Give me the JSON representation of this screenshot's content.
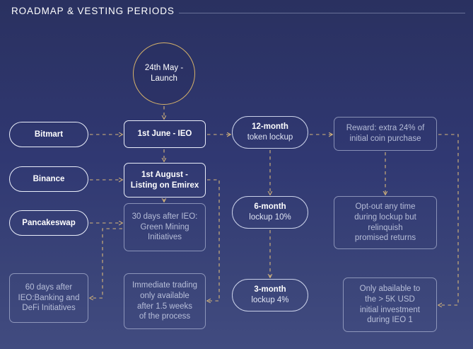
{
  "header": {
    "title": "ROADMAP & VESTING PERIODS",
    "rule": "horizontal-divider"
  },
  "colors": {
    "background_top": "#2a3160",
    "background_bottom": "#414b80",
    "node_border": "#c9d0e8",
    "node_border_muted": "#bec6e0",
    "launch_ring": "#d6b26a",
    "connector": "#d8b77a",
    "text": "#eef1fa",
    "text_muted": "#d6dcf0"
  },
  "nodes": {
    "launch": {
      "line1": "24th May -",
      "line2": "Launch",
      "shape": "circle"
    },
    "bitmart": {
      "label": "Bitmart",
      "shape": "pill"
    },
    "binance": {
      "label": "Binance",
      "shape": "pill"
    },
    "pancakeswap": {
      "label": "Pancakeswap",
      "shape": "pill"
    },
    "sixty_days": {
      "line1": "60 days after",
      "line2": "IEO:Banking and",
      "line3": "DeFi Initiatives",
      "shape": "rect"
    },
    "ieo": {
      "label": "1st June - IEO",
      "shape": "rect"
    },
    "listing": {
      "line1": "1st August -",
      "line2": "Listing on Emirex",
      "shape": "rect"
    },
    "green": {
      "line1": "30 days after IEO:",
      "line2": "Green Mining",
      "line3": "Initiatives",
      "shape": "rect"
    },
    "immediate": {
      "line1": "Immediate trading",
      "line2": "only available",
      "line3": "after 1.5 weeks",
      "line4": "of the process",
      "shape": "rect"
    },
    "lock12": {
      "line1": "12-month",
      "line2": "token lockup",
      "shape": "pill"
    },
    "lock6": {
      "line1": "6-month",
      "line2": "lockup 10%",
      "shape": "pill"
    },
    "lock3": {
      "line1": "3-month",
      "line2": "lockup 4%",
      "shape": "pill"
    },
    "reward": {
      "line1": "Reward: extra 24% of",
      "line2": "initial coin purchase",
      "shape": "rect"
    },
    "optout": {
      "line1": "Opt-out any time",
      "line2": "during lockup but",
      "line3": "relinquish",
      "line4": "promised returns",
      "shape": "rect"
    },
    "only5k": {
      "line1": "Only abailable to",
      "line2": "the > 5K USD",
      "line3": "initial investment",
      "line4": "during IEO 1",
      "shape": "rect"
    }
  },
  "edges": [
    {
      "from": "launch",
      "to": "ieo",
      "style": "dashed"
    },
    {
      "from": "ieo",
      "to": "listing",
      "style": "dashed"
    },
    {
      "from": "ieo",
      "to": "lock12",
      "style": "dashed"
    },
    {
      "from": "bitmart",
      "to": "ieo",
      "style": "dashed"
    },
    {
      "from": "binance",
      "to": "listing",
      "style": "dashed"
    },
    {
      "from": "pancakeswap",
      "to": "green",
      "style": "dashed"
    },
    {
      "from": "listing",
      "to": "green",
      "style": "dashed"
    },
    {
      "from": "listing",
      "to": "immediate",
      "style": "dashed"
    },
    {
      "from": "green",
      "to": "sixty_days",
      "style": "dashed"
    },
    {
      "from": "lock12",
      "to": "lock6",
      "style": "dashed"
    },
    {
      "from": "lock6",
      "to": "lock3",
      "style": "dashed"
    },
    {
      "from": "lock12",
      "to": "reward",
      "style": "dashed"
    },
    {
      "from": "reward",
      "to": "optout",
      "style": "dashed"
    },
    {
      "from": "reward",
      "to": "only5k",
      "style": "dashed"
    }
  ]
}
